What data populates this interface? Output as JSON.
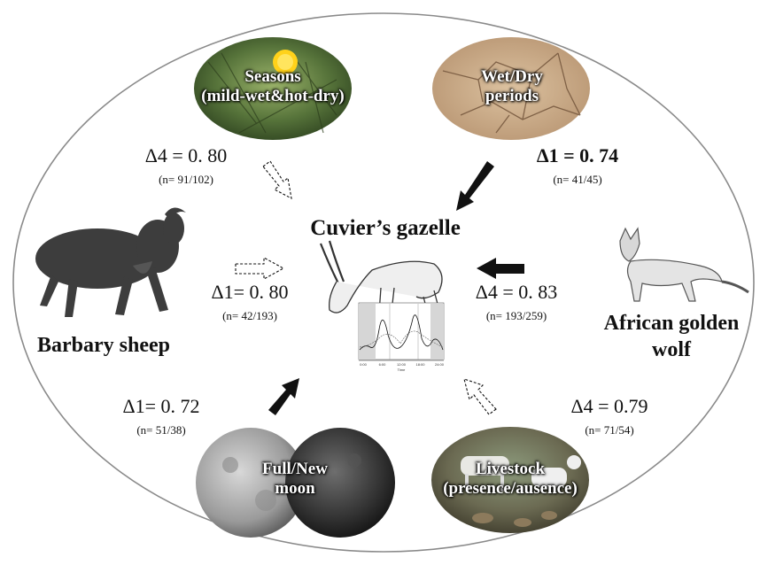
{
  "center": {
    "title": "Cuvier’s gazelle"
  },
  "ovals": {
    "seasons": {
      "line1": "Seasons",
      "line2": "(mild-wet&hot-dry)"
    },
    "wetdry": {
      "line1": "Wet/Dry",
      "line2": "periods"
    },
    "moon": {
      "line1": "Full/New",
      "line2": "moon"
    },
    "livestock": {
      "line1": "Livestock",
      "line2": "(presence/ausence)"
    }
  },
  "animals": {
    "barbary": "Barbary sheep",
    "wolf_line1": "African golden",
    "wolf_line2": "wolf"
  },
  "links": {
    "seasons": {
      "delta": "Δ4 = 0. 80",
      "n": "(n= 91/102)"
    },
    "wetdry": {
      "delta": "Δ1 = 0. 74",
      "n": "(n= 41/45)"
    },
    "barbary": {
      "delta": "Δ1= 0. 80",
      "n": "(n= 42/193)"
    },
    "wolf": {
      "delta": "Δ4 = 0. 83",
      "n": "(n= 193/259)"
    },
    "moon": {
      "delta": "Δ1= 0. 72",
      "n": "(n= 51/38)"
    },
    "livestock": {
      "delta": "Δ4 = 0.79",
      "n": "(n= 71/54)"
    }
  },
  "inset_chart": {
    "tick_labels": [
      "0:00",
      "6:00",
      "12:00",
      "18:00",
      "24:00"
    ],
    "xlabel": "Time"
  },
  "colors": {
    "ellipse": "#8a8a8a",
    "arrow_solid": "#111111",
    "arrow_dashed_fill": "#ffffff"
  }
}
